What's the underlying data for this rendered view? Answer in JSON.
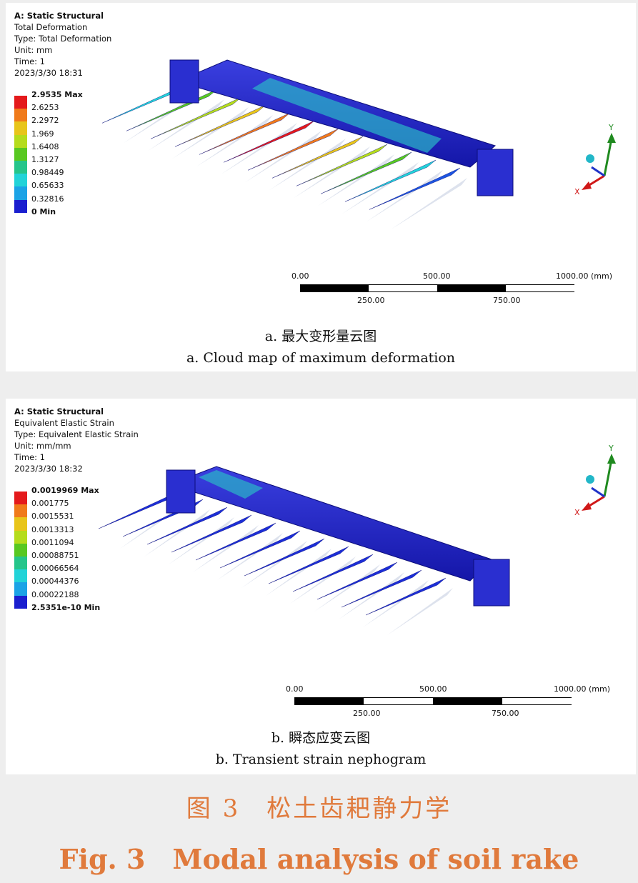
{
  "panel_a": {
    "info": [
      "A: Static Structural",
      "Total Deformation",
      "Type: Total Deformation",
      "Unit: mm",
      "Time: 1",
      "2023/3/30 18:31"
    ],
    "legend": [
      "2.9535 Max",
      "2.6253",
      "2.2972",
      "1.969",
      "1.6408",
      "1.3127",
      "0.98449",
      "0.65633",
      "0.32816",
      "0 Min"
    ],
    "scale_top": [
      "0.00",
      "500.00",
      "1000.00 (mm)"
    ],
    "scale_bottom": [
      "250.00",
      "750.00"
    ],
    "caption_zh": "a. 最大变形量云图",
    "caption_en": "a. Cloud map of maximum deformation"
  },
  "panel_b": {
    "info": [
      "A: Static Structural",
      "Equivalent Elastic Strain",
      "Type: Equivalent Elastic Strain",
      "Unit: mm/mm",
      "Time: 1",
      "2023/3/30 18:32"
    ],
    "legend": [
      "0.0019969 Max",
      "0.001775",
      "0.0015531",
      "0.0013313",
      "0.0011094",
      "0.00088751",
      "0.00066564",
      "0.00044376",
      "0.00022188",
      "2.5351e-10 Min"
    ],
    "scale_top": [
      "0.00",
      "500.00",
      "1000.00 (mm)"
    ],
    "scale_bottom": [
      "250.00",
      "750.00"
    ],
    "caption_zh": "b. 瞬态应变云图",
    "caption_en": "b. Transient strain nephogram"
  },
  "legend_colors": [
    "#e41a1c",
    "#f07a1a",
    "#e8c51a",
    "#b5dc1c",
    "#58c821",
    "#25c58a",
    "#22d3d8",
    "#1ba3e6",
    "#1c55e0",
    "#1a1fcf"
  ],
  "triad_labels": {
    "y": "Y",
    "x": "X"
  },
  "figure_title_zh": "图 3　松土齿耙静力学",
  "figure_title_en": "Fig. 3　Modal analysis of soil rake",
  "accent_color": "#e07a3c"
}
